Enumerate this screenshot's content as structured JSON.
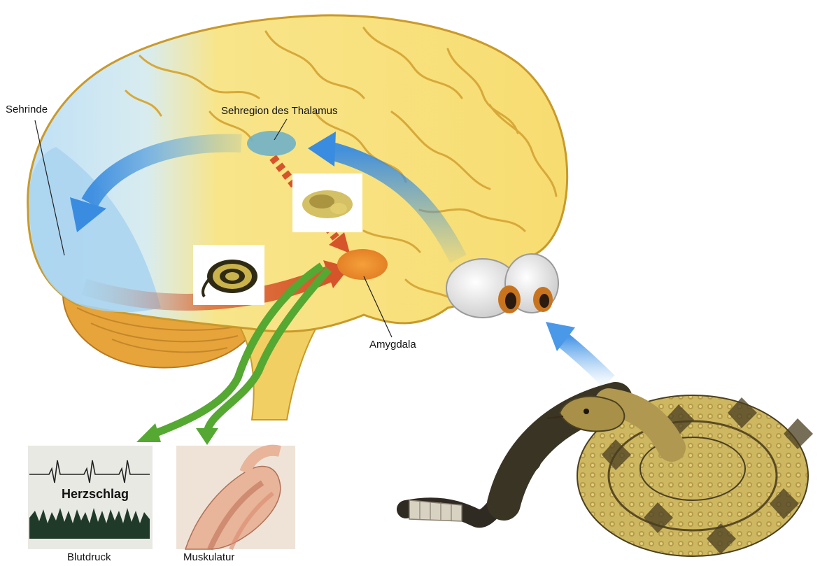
{
  "labels": {
    "visual_cortex": "Sehrinde",
    "thalamus": "Sehregion des Thalamus",
    "amygdala": "Amygdala",
    "heartbeat": "Herzschlag",
    "blood_pressure": "Blutdruck",
    "musculature": "Muskulatur"
  },
  "colors": {
    "brain": "#f7df78",
    "brain_outline": "#c99a2a",
    "cerebellum": "#e6a43a",
    "visual_cortex": "#a9d4f0",
    "thalamus": "#6fb0c7",
    "amygdala": "#f08a2a",
    "arrow_blue": "#4a98d8",
    "arrow_red": "#d6542a",
    "arrow_green": "#55a832",
    "snake": "#c9b25a"
  },
  "icons": {
    "eyes": "eyes-icon",
    "snake": "rattlesnake-illustration",
    "heart_trace": "ecg-trace-icon",
    "leg": "leg-muscle-icon"
  }
}
